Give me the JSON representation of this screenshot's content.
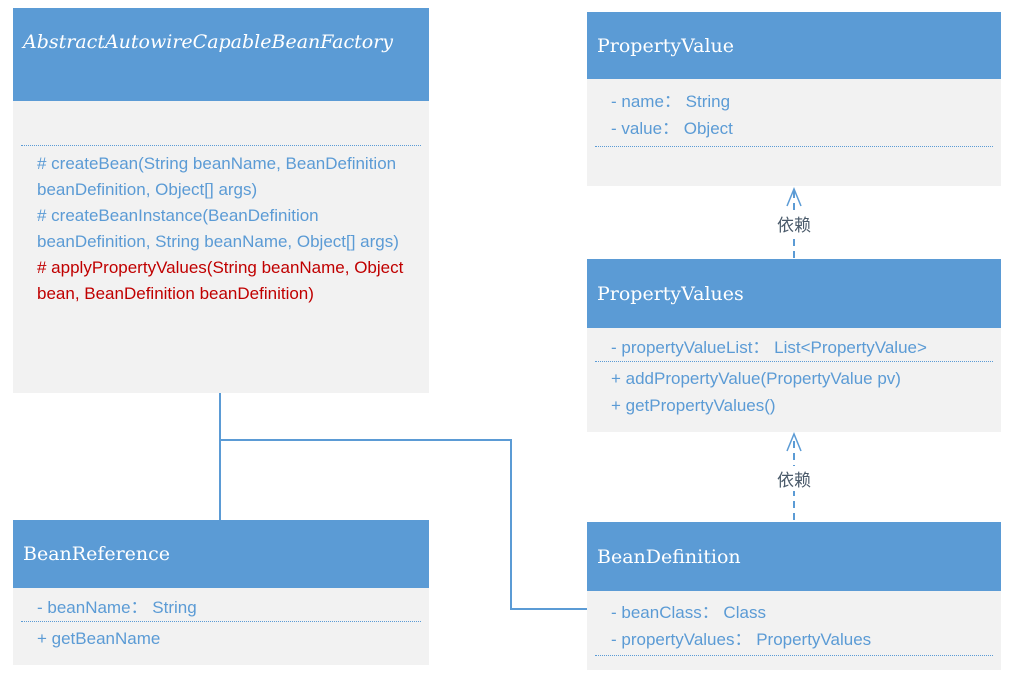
{
  "colors": {
    "header_bg": "#5b9bd5",
    "body_bg": "#f2f2f2",
    "member_text": "#5b9bd5",
    "highlight_text": "#c00000",
    "connector": "#5b9bd5"
  },
  "classes": {
    "factory": {
      "name": "AbstractAutowireCapableBeanFactory",
      "methods": [
        "# createBean(String beanName, BeanDefinition beanDefinition, Object[] args)",
        "# createBeanInstance(BeanDefinition beanDefinition, String beanName, Object[] args)",
        "# applyPropertyValues(String beanName, Object bean, BeanDefinition beanDefinition)"
      ]
    },
    "property_value": {
      "name": "PropertyValue",
      "attributes": [
        "- name： String",
        "- value： Object"
      ]
    },
    "property_values": {
      "name": "PropertyValues",
      "attributes": [
        "- propertyValueList： List<PropertyValue>"
      ],
      "methods": [
        "+ addPropertyValue(PropertyValue pv)",
        "+ getPropertyValues()"
      ]
    },
    "bean_reference": {
      "name": "BeanReference",
      "attributes": [
        "- beanName： String"
      ],
      "methods": [
        "+ getBeanName"
      ]
    },
    "bean_definition": {
      "name": "BeanDefinition",
      "attributes": [
        "- beanClass： Class",
        "- propertyValues： PropertyValues"
      ]
    }
  },
  "relations": {
    "dependency_label_top": "依赖",
    "dependency_label_bottom": "依赖"
  }
}
